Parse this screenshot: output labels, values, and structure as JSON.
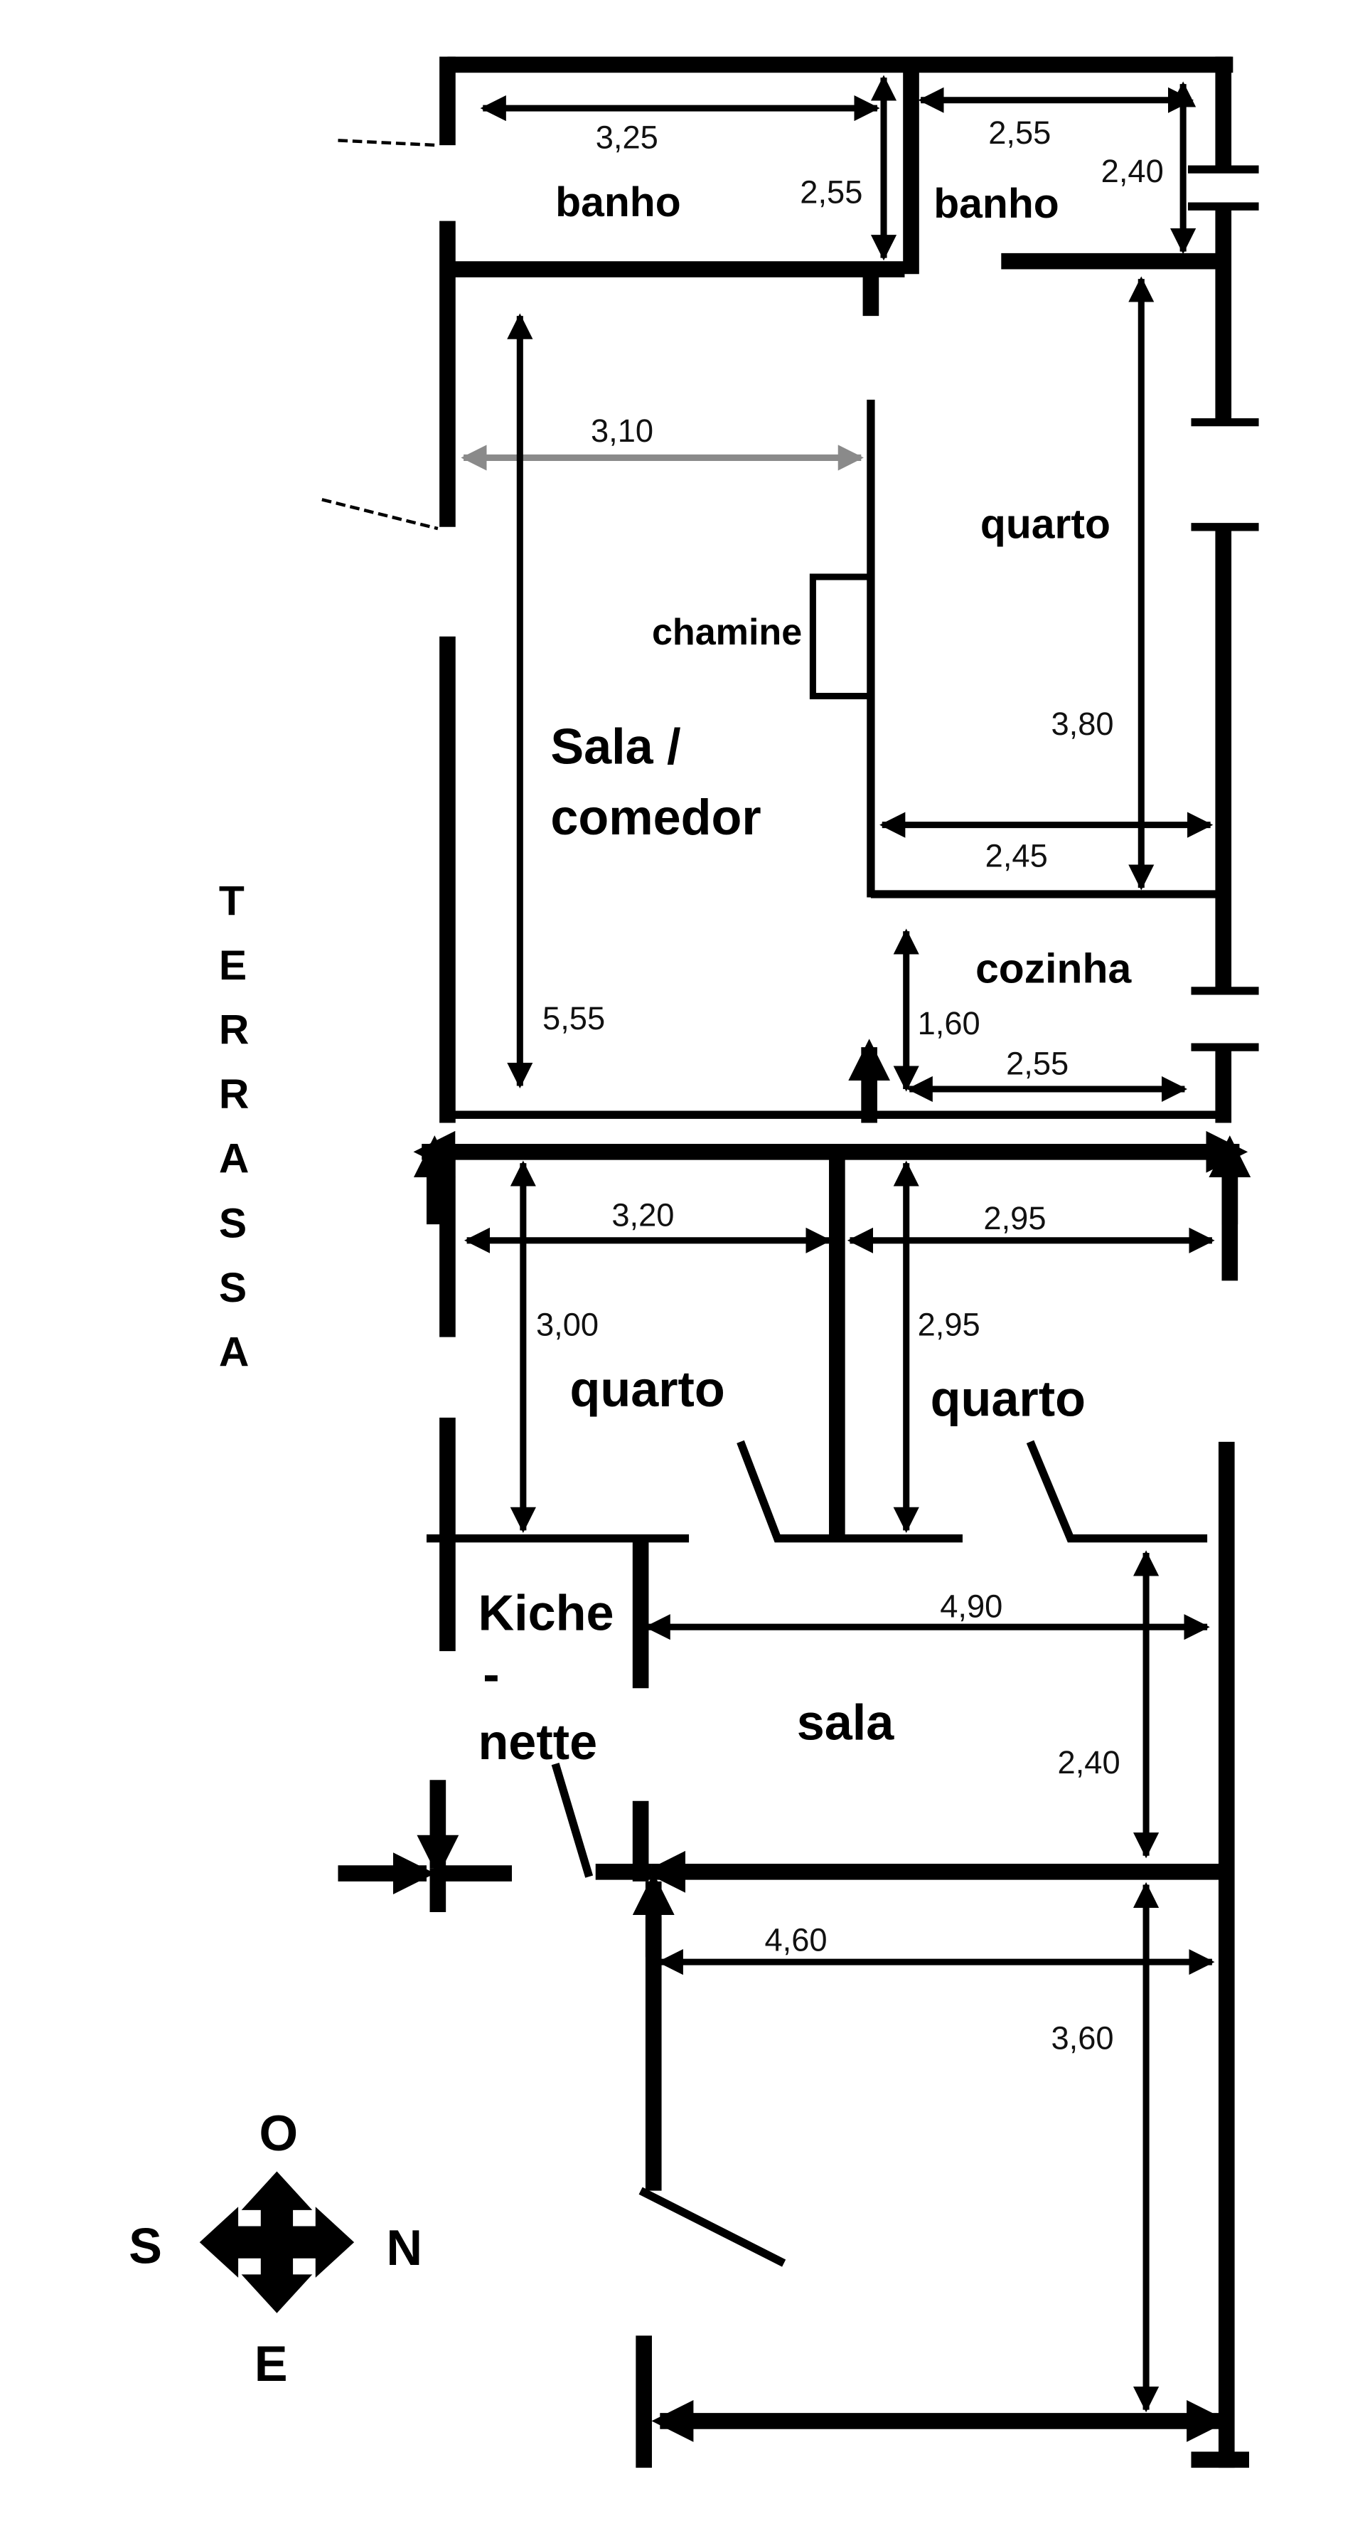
{
  "rooms": {
    "banho_left": "banho",
    "banho_right": "banho",
    "quarto_upper": "quarto",
    "chamine": "chamine",
    "sala_line1": "Sala /",
    "sala_line2": "comedor",
    "cozinha": "cozinha",
    "quarto_lower_left": "quarto",
    "quarto_lower_right": "quarto",
    "kitchenette_line1": "Kiche",
    "kitchenette_line2": "-",
    "kitchenette_line3": "nette",
    "sala_lower": "sala"
  },
  "terrace": [
    "T",
    "E",
    "R",
    "R",
    "A",
    "S",
    "S",
    "A"
  ],
  "dimensions": {
    "banho_left_width": "3,25",
    "banho_left_depth": "2,55",
    "banho_right_width": "2,55",
    "banho_right_depth": "2,40",
    "sala_width": "3,10",
    "sala_depth": "5,55",
    "quarto_depth": "3,80",
    "quarto_width": "2,45",
    "cozinha_depth": "1,60",
    "cozinha_width": "2,55",
    "quarto_left_width": "3,20",
    "quarto_right_width": "2,95",
    "quarto_left_depth": "3,00",
    "quarto_right_depth": "2,95",
    "sala_lower_width": "4,90",
    "sala_lower_depth": "2,40",
    "bottom_room_width": "4,60",
    "bottom_room_depth": "3,60"
  },
  "compass": {
    "north": "N",
    "south": "S",
    "east": "E",
    "west": "O"
  },
  "colors": {
    "walls": "#000000",
    "gray_dimension": "#8a8a8a"
  }
}
